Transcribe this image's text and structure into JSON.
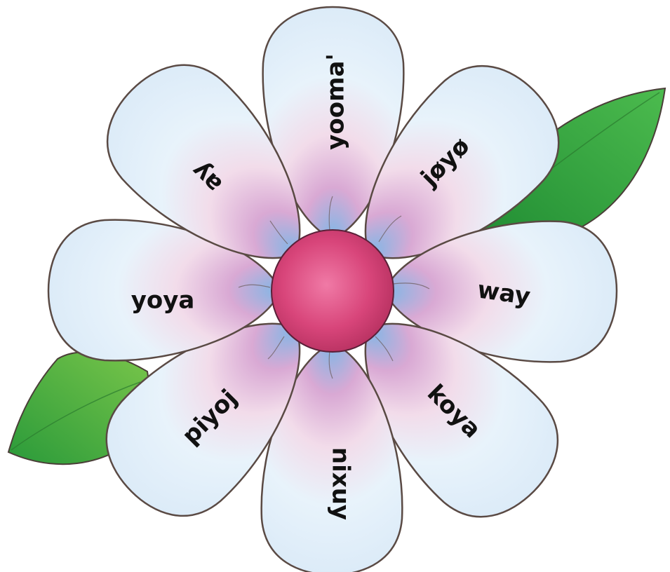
{
  "flower": {
    "petal_words": {
      "top": "yooma'",
      "upper_right": "jøyø",
      "right": "way",
      "lower_right": "koya",
      "bottom": "nixuy",
      "lower_left": "piyoj",
      "left": "yoya",
      "upper_left": "ay"
    }
  },
  "colors": {
    "petal_fill": "#f4f8fc",
    "petal_blue": "#8fc4ec",
    "petal_pink": "#e8b4d6",
    "center": "#d8457a",
    "leaf": "#3aa544",
    "outline": "#5a4a44"
  }
}
